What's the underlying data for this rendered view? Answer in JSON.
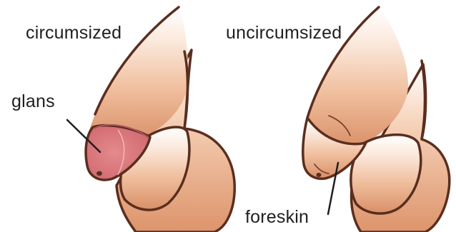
{
  "labels": {
    "circumcised": "circumsized",
    "uncircumcised": "uncircumsized",
    "glans": "glans",
    "foreskin": "foreskin"
  },
  "colors": {
    "skin_light": "#ffffff",
    "skin_mid": "#f1c3a3",
    "skin_dark": "#d99068",
    "glans": "#dc7b7f",
    "outline": "#5a2e1f",
    "leader_line": "#1f1f1f"
  },
  "icons": [
    "circumcised-illustration",
    "uncircumcised-illustration"
  ]
}
